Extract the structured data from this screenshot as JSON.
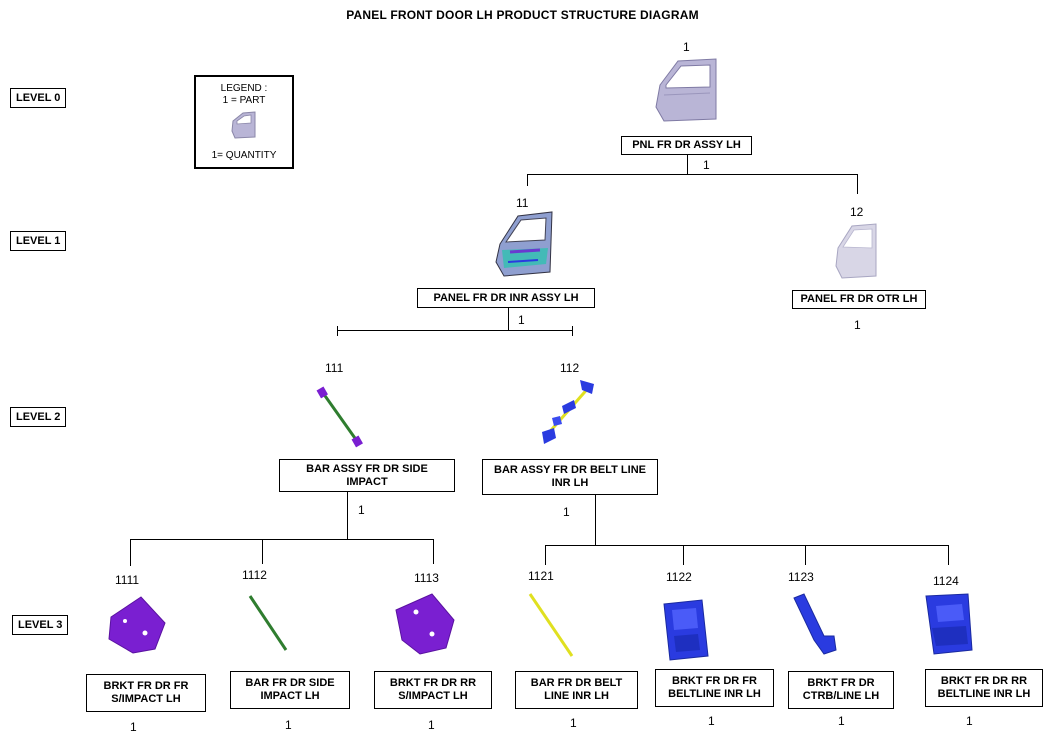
{
  "title": "PANEL FRONT DOOR LH PRODUCT STRUCTURE DIAGRAM",
  "levels": [
    "LEVEL 0",
    "LEVEL 1",
    "LEVEL 2",
    "LEVEL 3"
  ],
  "legend": {
    "heading": "LEGEND :",
    "part_label": "1 = PART",
    "quantity_label": "1= QUANTITY"
  },
  "nodes": {
    "n1": {
      "id": "1",
      "name": "PNL FR DR ASSY LH",
      "qty": "1"
    },
    "n11": {
      "id": "11",
      "name": "PANEL FR DR INR ASSY LH",
      "qty": "1"
    },
    "n12": {
      "id": "12",
      "name": "PANEL FR DR OTR LH",
      "qty": "1"
    },
    "n111": {
      "id": "111",
      "name": "BAR ASSY FR DR SIDE IMPACT",
      "qty": "1"
    },
    "n112": {
      "id": "112",
      "name": "BAR ASSY FR DR BELT LINE INR LH",
      "qty": "1"
    },
    "n1111": {
      "id": "1111",
      "name": "BRKT FR DR FR S/IMPACT LH",
      "qty": "1"
    },
    "n1112": {
      "id": "1112",
      "name": "BAR FR DR SIDE IMPACT LH",
      "qty": "1"
    },
    "n1113": {
      "id": "1113",
      "name": "BRKT FR DR RR S/IMPACT LH",
      "qty": "1"
    },
    "n1121": {
      "id": "1121",
      "name": "BAR FR DR BELT LINE INR LH",
      "qty": "1"
    },
    "n1122": {
      "id": "1122",
      "name": "BRKT FR DR FR BELTLINE INR LH",
      "qty": "1"
    },
    "n1123": {
      "id": "1123",
      "name": "BRKT FR DR CTRB/LINE LH",
      "qty": "1"
    },
    "n1124": {
      "id": "1124",
      "name": "BRKT FR DR RR BELTLINE INR LH",
      "qty": "1"
    }
  },
  "colors": {
    "door_panel": "#b9b5d6",
    "door_outer": "#d8d6e6",
    "bracket_purple": "#7a1fd1",
    "bracket_blue": "#2a3be0",
    "bar_green": "#2f7d2f",
    "bar_yellow": "#e0e020"
  }
}
